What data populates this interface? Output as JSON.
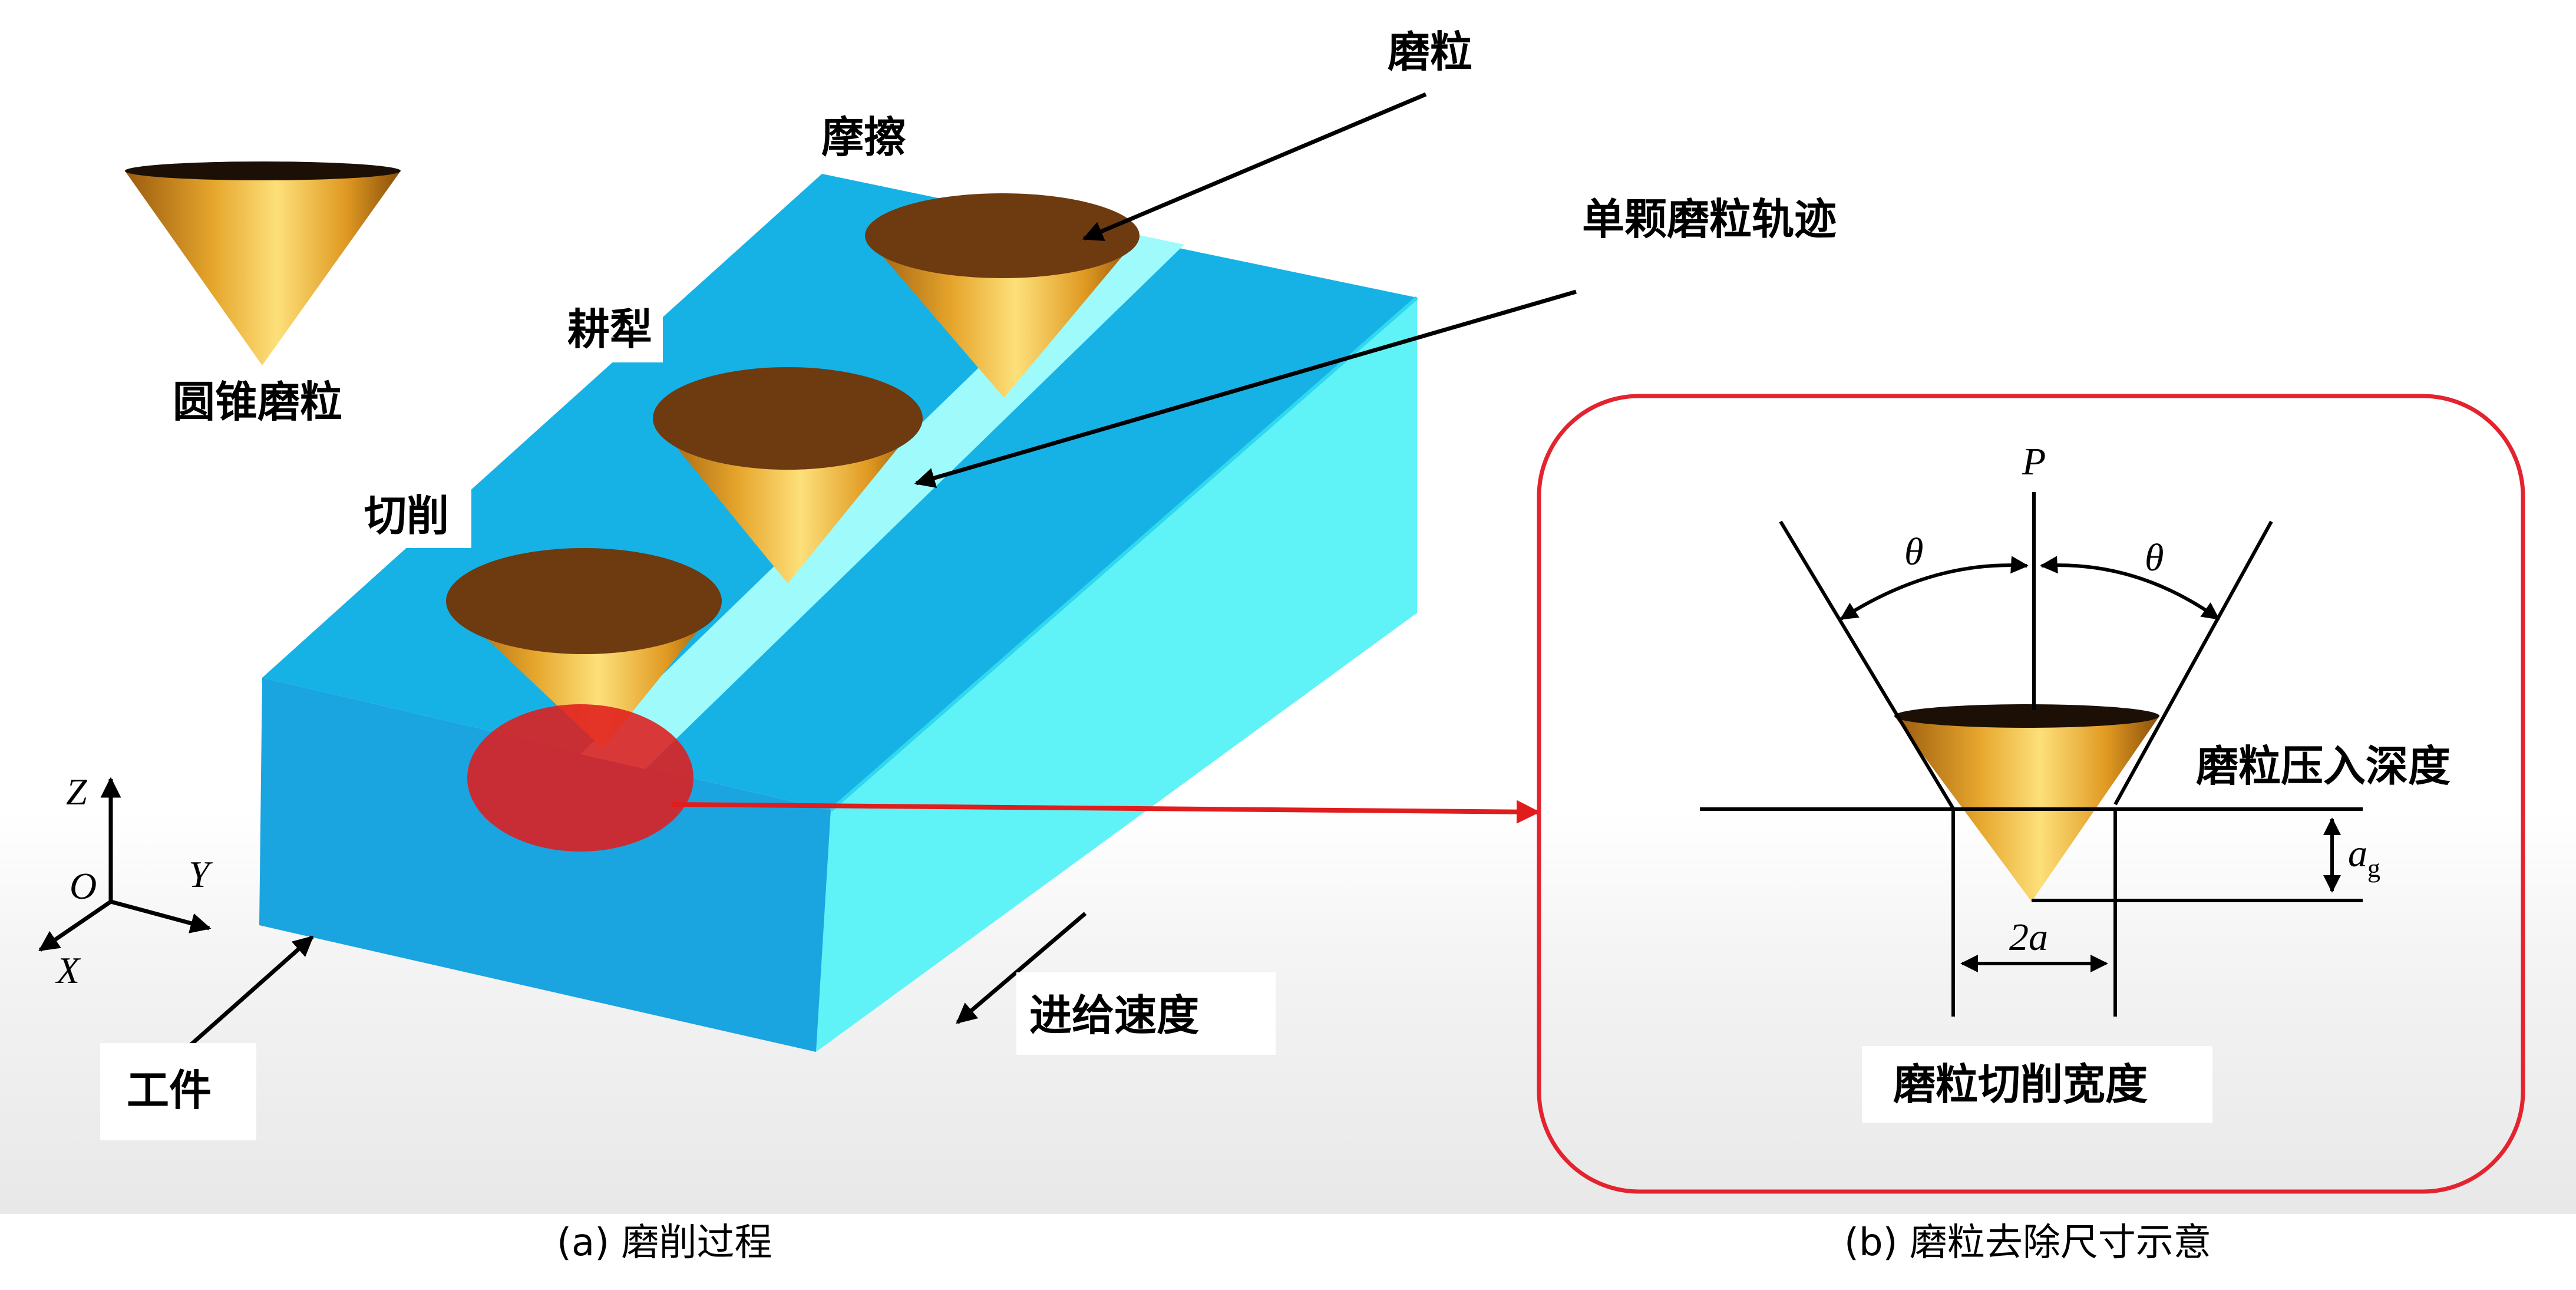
{
  "panel_a": {
    "labels": {
      "cone_grain": "圆锥磨粒",
      "rubbing": "摩擦",
      "plowing": "耕犁",
      "cutting": "切削",
      "grain": "磨粒",
      "single_grain_track": "单颗磨粒轨迹",
      "workpiece": "工件",
      "feed_speed": "进给速度"
    },
    "axes": {
      "z": "Z",
      "y": "Y",
      "x": "X",
      "origin": "O"
    },
    "caption": "(a) 磨削过程"
  },
  "panel_b": {
    "load": "P",
    "theta_left": "θ",
    "theta_right": "θ",
    "depth_label": "磨粒压入深度",
    "depth_symbol": "a",
    "depth_subscript": "g",
    "width_value": "2a",
    "width_label": "磨粒切削宽度",
    "caption": "(b) 磨粒去除尺寸示意"
  },
  "colors": {
    "block_top": "#16b2e6",
    "block_front": "#1aa5e0",
    "block_side": "#5ff3f7",
    "groove": "#9ffafb",
    "cone_top": "#6e3a10",
    "cone_body": "#e3a52b",
    "highlight": "#e01c1c",
    "inset_border": "#e3232e"
  }
}
